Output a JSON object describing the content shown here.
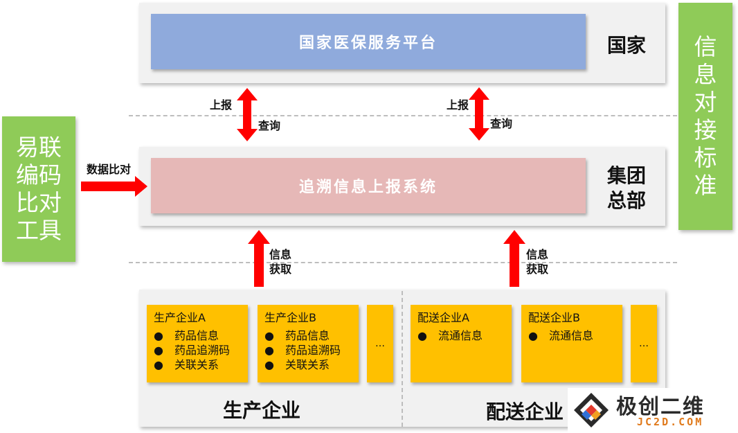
{
  "side_left": {
    "text": "易联\n编码\n比对\n工具"
  },
  "side_right": {
    "text": "信息对接标准"
  },
  "national": {
    "bar_label": "国家医保服务平台",
    "level_label": "国家"
  },
  "hq": {
    "bar_label": "追溯信息上报系统",
    "level_label_1": "集团",
    "level_label_2": "总部"
  },
  "arrows": {
    "report_label": "上报",
    "query_label": "查询",
    "compare_label": "数据比对",
    "fetch_label_1": "信息",
    "fetch_label_2": "获取"
  },
  "bottom": {
    "producers": [
      {
        "title": "生产企业A",
        "items": [
          "药品信息",
          "药品追溯码",
          "关联关系"
        ]
      },
      {
        "title": "生产企业B",
        "items": [
          "药品信息",
          "药品追溯码",
          "关联关系"
        ]
      }
    ],
    "distributors": [
      {
        "title": "配送企业A",
        "items": [
          "流通信息"
        ]
      },
      {
        "title": "配送企业B",
        "items": [
          "流通信息"
        ]
      }
    ],
    "ellipsis": "…",
    "bullet": "●",
    "producers_title": "生产企业",
    "distributors_title": "配送企业"
  },
  "logo": {
    "name": "极创二维",
    "domain": "JC2D.COM"
  },
  "colors": {
    "green": "#8fcb58",
    "blue_bar": "#8faadc",
    "pink_bar": "#e6b8b7",
    "orange": "#ffc000",
    "arrow_red": "#ff0000"
  }
}
